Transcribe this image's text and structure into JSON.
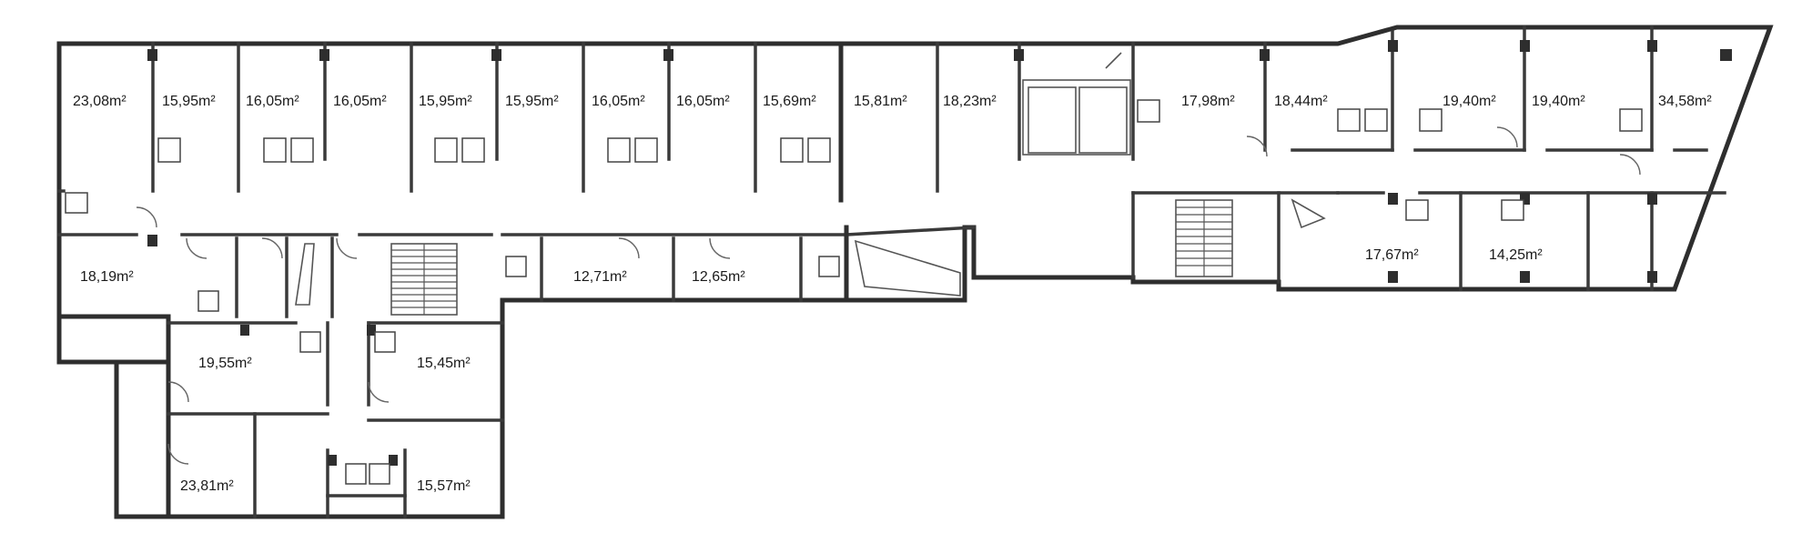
{
  "rooms": [
    {
      "id": "r01",
      "area": "23,08m²"
    },
    {
      "id": "r02",
      "area": "15,95m²"
    },
    {
      "id": "r03",
      "area": "16,05m²"
    },
    {
      "id": "r04",
      "area": "16,05m²"
    },
    {
      "id": "r05",
      "area": "15,95m²"
    },
    {
      "id": "r06",
      "area": "15,95m²"
    },
    {
      "id": "r07",
      "area": "16,05m²"
    },
    {
      "id": "r08",
      "area": "16,05m²"
    },
    {
      "id": "r09",
      "area": "15,69m²"
    },
    {
      "id": "r10",
      "area": "15,81m²"
    },
    {
      "id": "r11",
      "area": "18,23m²"
    },
    {
      "id": "r12",
      "area": "17,98m²"
    },
    {
      "id": "r13",
      "area": "18,44m²"
    },
    {
      "id": "r14",
      "area": "19,40m²"
    },
    {
      "id": "r15",
      "area": "19,40m²"
    },
    {
      "id": "r16",
      "area": "34,58m²"
    },
    {
      "id": "r17",
      "area": "18,19m²"
    },
    {
      "id": "r18",
      "area": "12,71m²"
    },
    {
      "id": "r19",
      "area": "12,65m²"
    },
    {
      "id": "r20",
      "area": "17,67m²"
    },
    {
      "id": "r21",
      "area": "14,25m²"
    },
    {
      "id": "r22",
      "area": "19,55m²"
    },
    {
      "id": "r23",
      "area": "15,45m²"
    },
    {
      "id": "r24",
      "area": "23,81m²"
    },
    {
      "id": "r25",
      "area": "15,57m²"
    }
  ]
}
